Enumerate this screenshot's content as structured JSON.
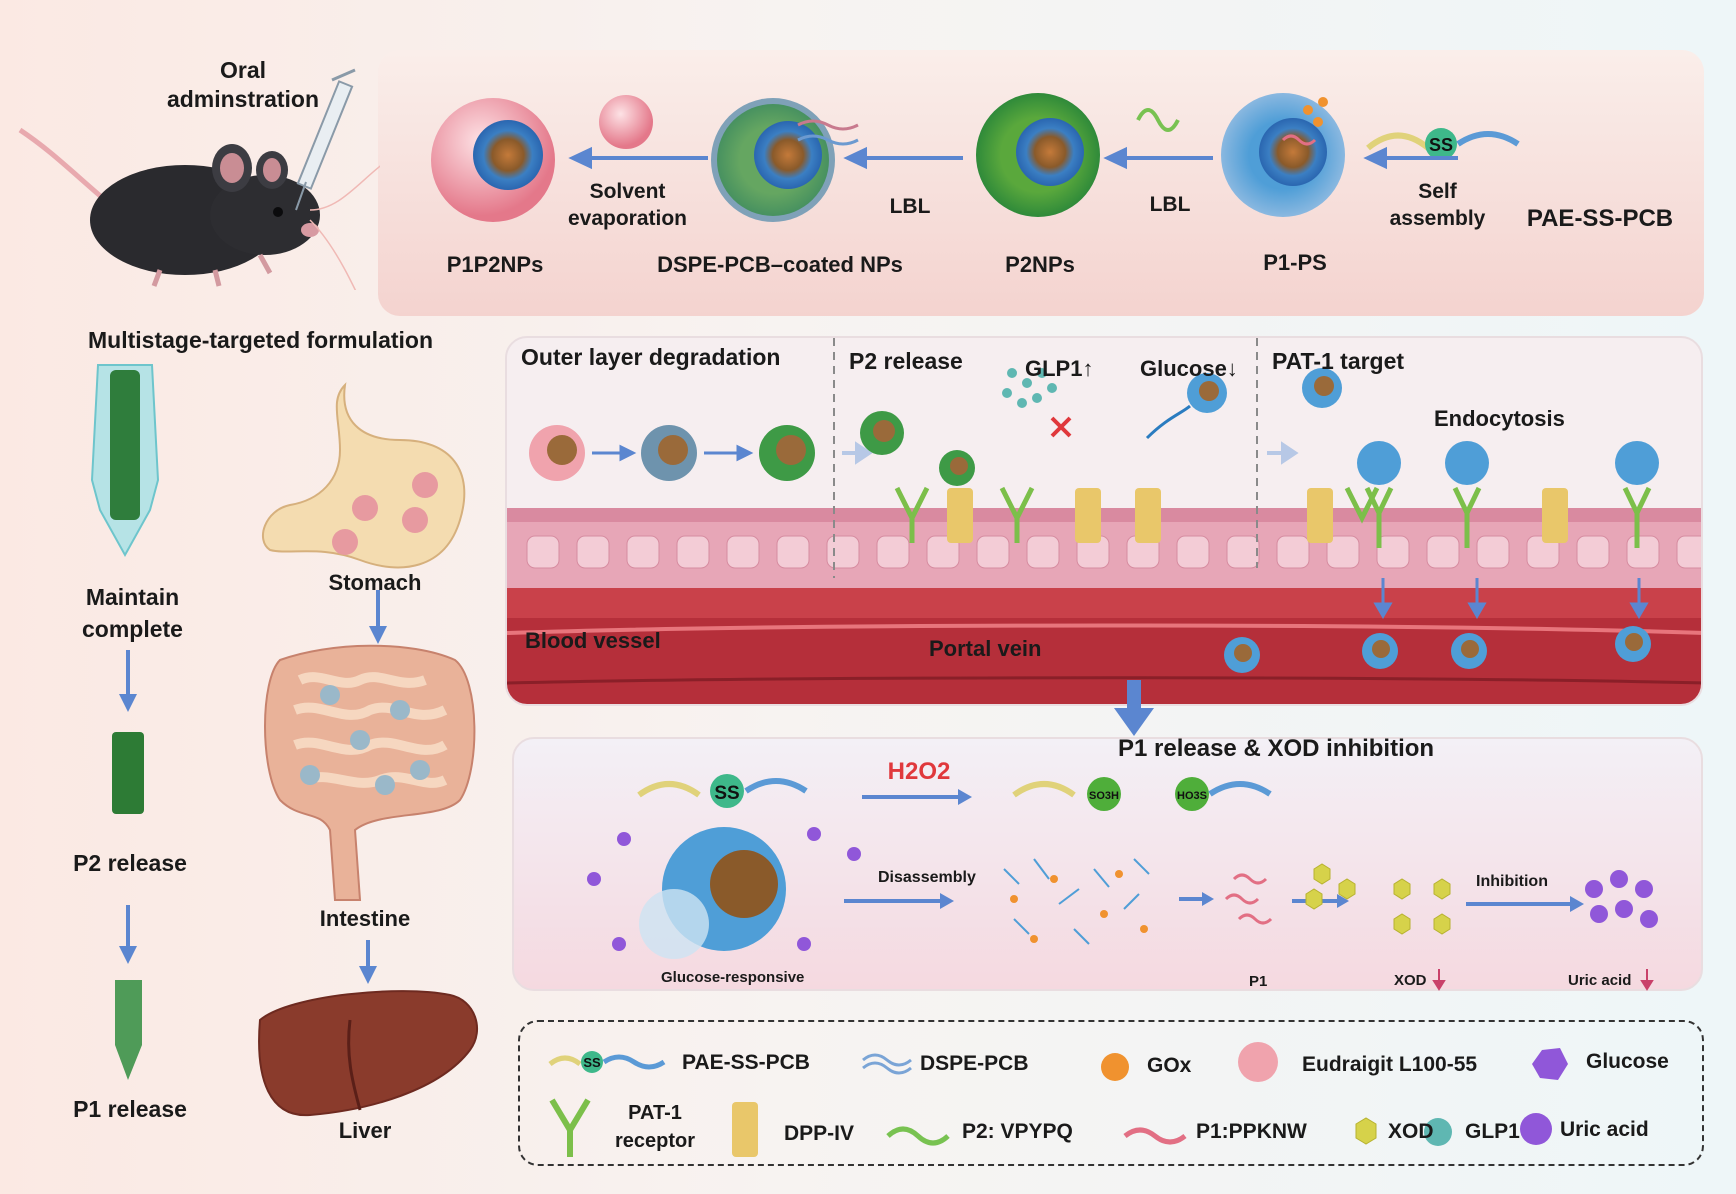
{
  "synthesis": {
    "oral_administration": "Oral adminstration",
    "products": [
      "P1P2NPs",
      "DSPE-PCB–coated NPs",
      "P2NPs",
      "P1-PS",
      "PAE-SS-PCB"
    ],
    "steps": [
      "Solvent evaporation",
      "LBL",
      "LBL",
      "Self assembly"
    ],
    "ss": "SS"
  },
  "left": {
    "title": "Multistage-targeted formulation",
    "stages": [
      "Maintain complete",
      "P2 release",
      "P1 release"
    ],
    "organs": [
      "Stomach",
      "Intestine",
      "Liver"
    ]
  },
  "intestine_panel": {
    "sections": [
      "Outer layer degradation",
      "P2 release",
      "PAT-1 target"
    ],
    "glp1": "GLP1↑",
    "glucose": "Glucose↓",
    "endocytosis": "Endocytosis",
    "blood_vessel": "Blood vessel",
    "portal_vein": "Portal vein"
  },
  "liver_panel": {
    "title": "P1 release & XOD inhibition",
    "h2o2": "H2O2",
    "so3h": "SO3H",
    "ho3s": "HO3S",
    "disassembly": "Disassembly",
    "inhibition": "Inhibition",
    "glucose_responsive": "Glucose-responsive",
    "p1": "P1",
    "xod": "XOD",
    "uric_acid": "Uric acid"
  },
  "legend": {
    "items": [
      "PAE-SS-PCB",
      "DSPE-PCB",
      "GOx",
      "Eudraigit L100-55",
      "Glucose",
      "PAT-1 receptor",
      "DPP-IV",
      "P2: VPYPQ",
      "P1:PPKNW",
      "XOD",
      "GLP1",
      "Uric acid"
    ]
  },
  "colors": {
    "arrow": "#5b86d0",
    "top_panel": "#f6d9d4",
    "tissue_red": "#c9414a",
    "villi_pink": "#e7a6b7",
    "receptor_green": "#7cbf4a",
    "dpp_yellow": "#e9c76a",
    "xod_yellow": "#d6d24a",
    "uric_purple": "#9057d9",
    "glp1_teal": "#5fb7b2",
    "gox_orange": "#f0922f",
    "eudragit_pink": "#f0a3ad",
    "h2o2_red": "#e0383c"
  }
}
